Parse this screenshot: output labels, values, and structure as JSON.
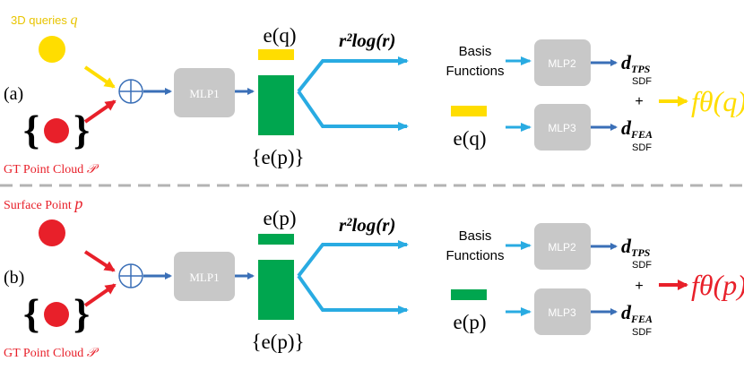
{
  "colors": {
    "yellow": "#ffdd00",
    "red": "#e8202a",
    "green": "#00a64f",
    "blue_arrow": "#3a6fb7",
    "cyan_arrow": "#29abe2",
    "mlp_gray": "#c8c8c8",
    "divider": "#b3b3b3"
  },
  "panel_a": {
    "label": "(a)",
    "queries_label": "3D queries",
    "queries_symbol": "q",
    "gt_label": "GT Point Cloud",
    "gt_symbol": "𝒫",
    "mlp1": "MLP1",
    "top_embed": "e(q)",
    "set_embed": "{e(p)}",
    "rbf": "r²log(r)",
    "basis": "Basis Functions",
    "mid_embed": "e(q)",
    "mlp2": "MLP2",
    "mlp3": "MLP3",
    "d_tps": "d",
    "d_tps_sub": "TPS",
    "d_fea": "d",
    "d_fea_sub": "FEA",
    "sdf": "SDF",
    "plus": "+",
    "output": "fθ(q)"
  },
  "panel_b": {
    "label": "(b)",
    "surface_label": "Surface Point",
    "surface_symbol": "p",
    "gt_label": "GT Point Cloud",
    "gt_symbol": "𝒫",
    "mlp1": "MLP1",
    "top_embed": "e(p)",
    "set_embed": "{e(p)}",
    "rbf": "r²log(r)",
    "basis": "Basis Functions",
    "mid_embed": "e(p)",
    "mlp2": "MLP2",
    "mlp3": "MLP3",
    "d_tps": "d",
    "d_tps_sub": "TPS",
    "d_fea": "d",
    "d_fea_sub": "FEA",
    "sdf": "SDF",
    "plus": "+",
    "output": "fθ(p)"
  }
}
